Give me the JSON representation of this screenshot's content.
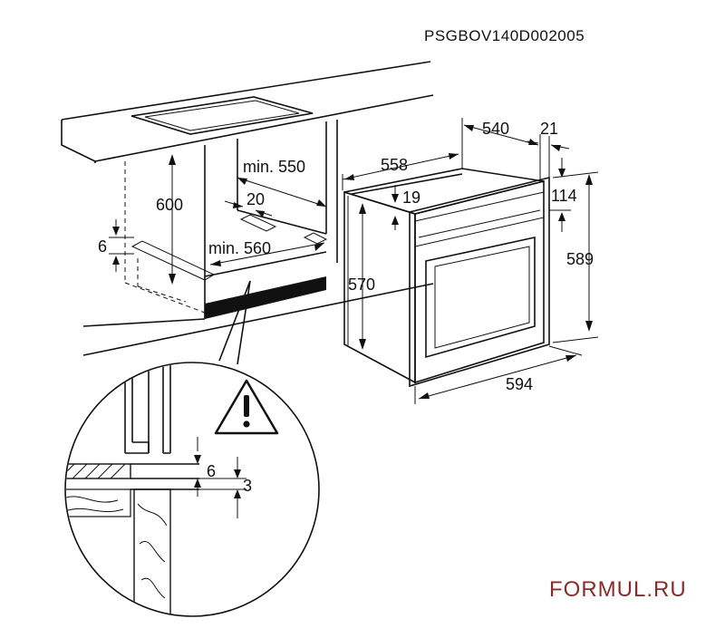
{
  "model_code": "PSGBOV140D002005",
  "watermark": "FORMUL.RU",
  "warning_icon": "warning-triangle-icon",
  "niche": {
    "height": "600",
    "depth_min": "min. 550",
    "gap_front": "20",
    "width_min": "min. 560",
    "support_height": "6"
  },
  "oven": {
    "depth_total": "558",
    "depth_body": "540",
    "front_depth": "21",
    "top_offset": "19",
    "panel_height": "114",
    "body_height": "570",
    "front_height": "589",
    "front_width": "594"
  },
  "detail": {
    "gap_upper": "6",
    "gap_lower": "3"
  }
}
